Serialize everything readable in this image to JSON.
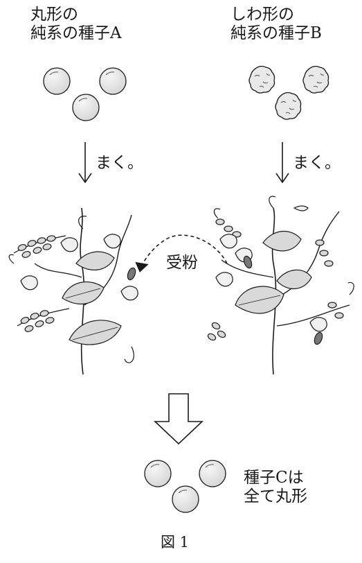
{
  "seed_a": {
    "line1": "丸形の",
    "line2": "純系の種子A"
  },
  "seed_b": {
    "line1": "しわ形の",
    "line2": "純系の種子B"
  },
  "sow_left": "まく。",
  "sow_right": "まく。",
  "pollination": "受粉",
  "seed_c": {
    "line1": "種子Cは",
    "line2": "全て丸形"
  },
  "caption": "図 1",
  "colors": {
    "ink": "#1a1a1a",
    "seed_fill": "#e6e6e6",
    "leaf_fill": "#d9d9d9"
  }
}
